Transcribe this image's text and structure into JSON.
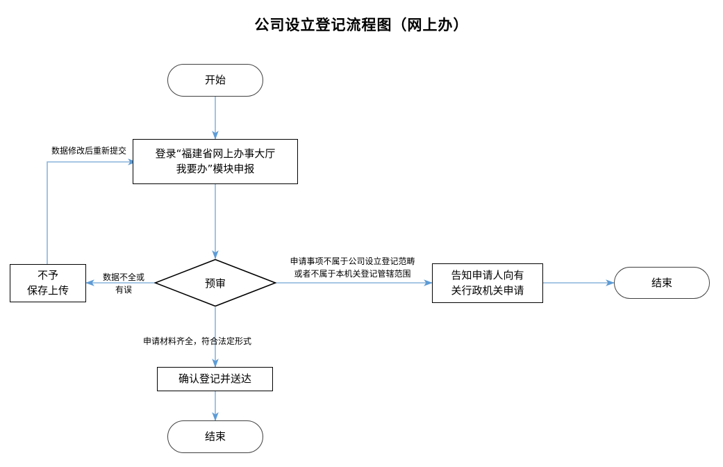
{
  "title": "公司设立登记流程图（网上办）",
  "colors": {
    "edge": "#89b4dc",
    "node_border_process": "#000000",
    "node_border_terminator": "#3f3f3f",
    "text": "#000000",
    "background": "#ffffff"
  },
  "nodes": {
    "start": {
      "label": "开始",
      "shape": "terminator"
    },
    "login": {
      "label": "登录“福建省网上办事大厅\n我要办”模块申报",
      "shape": "process"
    },
    "review": {
      "label": "预审",
      "shape": "decision"
    },
    "reject": {
      "label": "不予\n保存上传",
      "shape": "process"
    },
    "notify": {
      "label": "告知申请人向有\n关行政机关申请",
      "shape": "process"
    },
    "end_right": {
      "label": "结束",
      "shape": "terminator"
    },
    "confirm": {
      "label": "确认登记并送达",
      "shape": "process"
    },
    "end_bottom": {
      "label": "结束",
      "shape": "terminator"
    }
  },
  "edge_labels": {
    "resubmit": "数据修改后重新提交",
    "incomplete": "数据不全或\n有误",
    "out_of_scope": "申请事项不属于公司设立登记范畴\n或者不属于本机关登记管辖范围",
    "complete": "申请材料齐全，符合法定形式"
  }
}
